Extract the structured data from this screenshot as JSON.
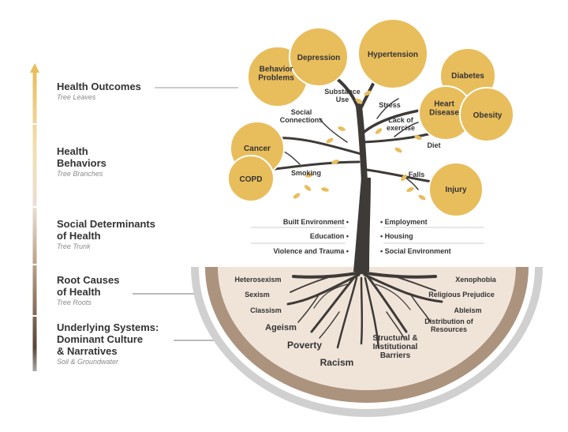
{
  "levels": [
    {
      "title": "Health Outcomes",
      "subtitle": "Tree Leaves"
    },
    {
      "title": "Health\nBehaviors",
      "subtitle": "Tree Branches"
    },
    {
      "title": "Social Determinants\nof Health",
      "subtitle": "Tree Trunk"
    },
    {
      "title": "Root Causes\nof Health",
      "subtitle": "Tree Roots"
    },
    {
      "title": "Underlying Systems:\nDominant Culture\n& Narratives",
      "subtitle": "Soil & Groundwater"
    }
  ],
  "outcomes": {
    "behavior_problems": "Behavior\nProblems",
    "depression": "Depression",
    "hypertension": "Hypertension",
    "diabetes": "Diabetes",
    "heart_disease": "Heart\nDisease",
    "obesity": "Obesity",
    "cancer": "Cancer",
    "copd": "COPD",
    "injury": "Injury"
  },
  "behaviors": {
    "substance_use": "Substance\nUse",
    "stress": "Stress",
    "social_connections": "Social\nConnections",
    "lack_of_exercise": "Lack of\nexercise",
    "diet": "Diet",
    "smoking": "Smoking",
    "falls": "Falls"
  },
  "determinants": {
    "left": [
      "Built Environment •",
      "Education •",
      "Violence and Trauma •"
    ],
    "right": [
      "• Employment",
      "• Housing",
      "• Social Environment"
    ]
  },
  "root_causes": {
    "heterosexism": "Heterosexism",
    "sexism": "Sexism",
    "classism": "Classism",
    "ageism": "Ageism",
    "poverty": "Poverty",
    "racism": "Racism",
    "structural": "Structural &\nInstitutional\nBarriers",
    "distribution": "Distribution of\nResources",
    "ableism": "Ableism",
    "religious": "Religious Prejudice",
    "xenophobia": "Xenophobia"
  },
  "colors": {
    "leaf": "#e8bd5c",
    "leaf_edge": "#ffffff",
    "trunk": "#3e3a37",
    "text": "#333333",
    "soil_outer": "#cdcdcd",
    "soil_mid": "#a9917c",
    "soil_inner": "#efe2d6",
    "bar_top": "#e8bd5c",
    "bar_bottom": "#5a4535"
  }
}
